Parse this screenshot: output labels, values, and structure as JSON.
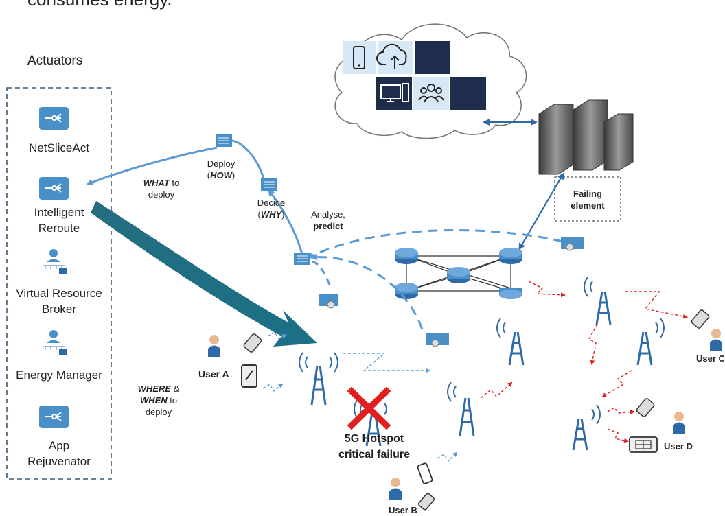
{
  "top_caption": "consumes energy.",
  "actuators_title": "Actuators",
  "actuators": [
    {
      "line1": "NetSliceAct",
      "line2": "",
      "icon": "router-fanout-icon"
    },
    {
      "line1": "Intelligent",
      "line2": "Reroute",
      "icon": "router-fanout-icon"
    },
    {
      "line1": "Virtual Resource",
      "line2": "Broker",
      "icon": "person-network-icon"
    },
    {
      "line1": "Energy Manager",
      "line2": "",
      "icon": "person-network-icon"
    },
    {
      "line1": "App",
      "line2": "Rejuvenator",
      "icon": "router-fanout-icon"
    }
  ],
  "loop": {
    "deploy": "Deploy",
    "deploy_how": "HOW",
    "decide": "Decide",
    "decide_why": "WHY",
    "analyse": "Analyse,",
    "predict": "predict",
    "what": "WHAT",
    "what_rest": "to",
    "what_line2": "deploy",
    "where": "WHERE",
    "where_amp": "&",
    "when": "WHEN",
    "when_rest": "to",
    "when_line3": "deploy"
  },
  "failing_element": {
    "line1": "Failing",
    "line2": "element"
  },
  "hotspot": {
    "line1": "5G Hotspot",
    "line2": "critical failure"
  },
  "users": {
    "a": "User A",
    "b": "User B",
    "c": "User C",
    "d": "User D"
  },
  "colors": {
    "accent": "#5b9bd5",
    "teal": "#1f7a8c",
    "navy": "#1f2d4d",
    "red": "#e02020",
    "tower": "#2e6aa8"
  }
}
